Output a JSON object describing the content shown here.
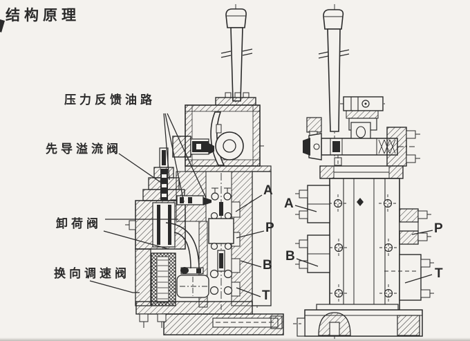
{
  "title": "结构原理",
  "component_labels": {
    "pressure_feedback_circuit": "压力反馈油路",
    "pilot_relief_valve": "先导溢流阀",
    "unloading_valve": "卸荷阀",
    "directional_speed_valve": "换向调速阀"
  },
  "port_labels": {
    "left_view": {
      "a": "A",
      "p": "P",
      "b": "B",
      "t": "T"
    },
    "right_view": {
      "a": "A",
      "b": "B",
      "p": "P",
      "t": "T"
    }
  },
  "colors": {
    "ink": "#2a2a2a",
    "paper": "#f4f2ee"
  }
}
